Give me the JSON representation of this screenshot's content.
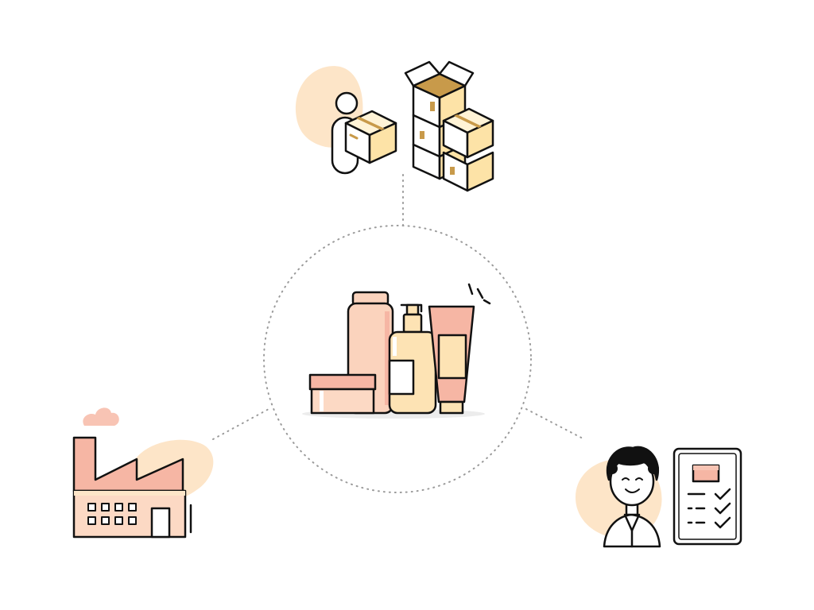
{
  "diagram": {
    "colors": {
      "outline": "#111111",
      "peach_blob": "#fde5c8",
      "box_fill": "#fde3a7",
      "box_side": "#f6cf78",
      "tape": "#c89a4a",
      "factory_roof": "#f6b6a4",
      "factory_wall": "#fcd9c4",
      "smoke": "#f8c4b4",
      "bottle_light": "#fbd3bd",
      "bottle_cream": "#fde3b4",
      "tube": "#f6b6a4",
      "connector": "#9a9a9a",
      "shadow": "#ececec",
      "person_skin": "#ffffff"
    },
    "nodes": [
      {
        "name": "warehouse-packages",
        "icon": "delivery-person-with-boxes-icon"
      },
      {
        "name": "cosmetic-products",
        "icon": "cosmetic-bottles-icon"
      },
      {
        "name": "factory",
        "icon": "factory-icon"
      },
      {
        "name": "quality-inspector",
        "icon": "inspector-with-checklist-icon"
      }
    ]
  }
}
